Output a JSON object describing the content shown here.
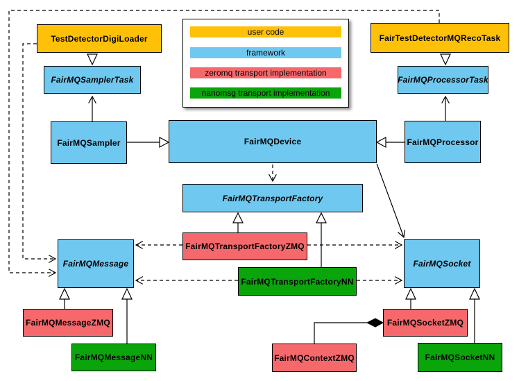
{
  "page": {
    "background": "#ffffff",
    "description": "UML class diagram of the FairMQ framework transport layer"
  },
  "colors": {
    "user_code": "#FFC107",
    "framework": "#6FC8EF",
    "zeromq": "#F5696C",
    "nanomsg": "#0AA50A",
    "line": "#000000"
  },
  "legend": {
    "items": [
      {
        "label": "user code",
        "category": "user_code"
      },
      {
        "label": "framework",
        "category": "framework"
      },
      {
        "label": "zeromq transport implementation",
        "category": "zeromq"
      },
      {
        "label": "nanomsg transport implementation",
        "category": "nanomsg"
      }
    ]
  },
  "nodes": {
    "test_detector_digi_loader": {
      "label": "TestDetectorDigiLoader",
      "category": "user_code",
      "abstract": false
    },
    "fair_test_detector_mq_reco_task": {
      "label": "FairTestDetectorMQRecoTask",
      "category": "user_code",
      "abstract": false
    },
    "fairmq_sampler_task": {
      "label": "FairMQSamplerTask",
      "category": "framework",
      "abstract": true
    },
    "fairmq_processor_task": {
      "label": "FairMQProcessorTask",
      "category": "framework",
      "abstract": true
    },
    "fairmq_sampler": {
      "label": "FairMQSampler",
      "category": "framework",
      "abstract": false
    },
    "fairmq_device": {
      "label": "FairMQDevice",
      "category": "framework",
      "abstract": false
    },
    "fairmq_processor": {
      "label": "FairMQProcessor",
      "category": "framework",
      "abstract": false
    },
    "fairmq_transport_factory": {
      "label": "FairMQTransportFactory",
      "category": "framework",
      "abstract": true
    },
    "fairmq_transport_factory_zmq": {
      "label": "FairMQTransportFactoryZMQ",
      "category": "zeromq",
      "abstract": false
    },
    "fairmq_transport_factory_nn": {
      "label": "FairMQTransportFactoryNN",
      "category": "nanomsg",
      "abstract": false
    },
    "fairmq_message": {
      "label": "FairMQMessage",
      "category": "framework",
      "abstract": true
    },
    "fairmq_socket": {
      "label": "FairMQSocket",
      "category": "framework",
      "abstract": true
    },
    "fairmq_message_zmq": {
      "label": "FairMQMessageZMQ",
      "category": "zeromq",
      "abstract": false
    },
    "fairmq_message_nn": {
      "label": "FairMQMessageNN",
      "category": "nanomsg",
      "abstract": false
    },
    "fairmq_context_zmq": {
      "label": "FairMQContextZMQ",
      "category": "zeromq",
      "abstract": false
    },
    "fairmq_socket_zmq": {
      "label": "FairMQSocketZMQ",
      "category": "zeromq",
      "abstract": false
    },
    "fairmq_socket_nn": {
      "label": "FairMQSocketNN",
      "category": "nanomsg",
      "abstract": false
    }
  },
  "relationships": [
    {
      "from": "TestDetectorDigiLoader",
      "to": "FairMQSamplerTask",
      "style": "solid",
      "arrow": "hollow-triangle"
    },
    {
      "from": "FairTestDetectorMQRecoTask",
      "to": "FairMQProcessorTask",
      "style": "solid",
      "arrow": "hollow-triangle"
    },
    {
      "from": "FairMQSampler",
      "to": "FairMQSamplerTask",
      "style": "solid",
      "arrow": "open"
    },
    {
      "from": "FairMQProcessor",
      "to": "FairMQProcessorTask",
      "style": "solid",
      "arrow": "open"
    },
    {
      "from": "FairMQSampler",
      "to": "FairMQDevice",
      "style": "solid",
      "arrow": "hollow-triangle"
    },
    {
      "from": "FairMQProcessor",
      "to": "FairMQDevice",
      "style": "solid",
      "arrow": "hollow-triangle"
    },
    {
      "from": "FairMQDevice",
      "to": "FairMQTransportFactory",
      "style": "dashed",
      "arrow": "open"
    },
    {
      "from": "FairMQDevice",
      "to": "FairMQSocket",
      "style": "solid",
      "arrow": "open"
    },
    {
      "from": "TestDetectorDigiLoader",
      "to": "FairMQMessage",
      "style": "dashed",
      "arrow": "open"
    },
    {
      "from": "FairTestDetectorMQRecoTask",
      "to": "FairMQMessage",
      "style": "dashed",
      "arrow": "open"
    },
    {
      "from": "FairMQTransportFactoryZMQ",
      "to": "FairMQTransportFactory",
      "style": "solid",
      "arrow": "hollow-triangle"
    },
    {
      "from": "FairMQTransportFactoryNN",
      "to": "FairMQTransportFactory",
      "style": "solid",
      "arrow": "hollow-triangle"
    },
    {
      "from": "FairMQTransportFactoryZMQ",
      "to": "FairMQMessage",
      "style": "dashed",
      "arrow": "open"
    },
    {
      "from": "FairMQTransportFactoryZMQ",
      "to": "FairMQSocket",
      "style": "dashed",
      "arrow": "open"
    },
    {
      "from": "FairMQTransportFactoryNN",
      "to": "FairMQMessage",
      "style": "dashed",
      "arrow": "open"
    },
    {
      "from": "FairMQTransportFactoryNN",
      "to": "FairMQSocket",
      "style": "dashed",
      "arrow": "open"
    },
    {
      "from": "FairMQMessageZMQ",
      "to": "FairMQMessage",
      "style": "solid",
      "arrow": "hollow-triangle"
    },
    {
      "from": "FairMQMessageNN",
      "to": "FairMQMessage",
      "style": "solid",
      "arrow": "hollow-triangle"
    },
    {
      "from": "FairMQSocketZMQ",
      "to": "FairMQSocket",
      "style": "solid",
      "arrow": "hollow-triangle"
    },
    {
      "from": "FairMQSocketNN",
      "to": "FairMQSocket",
      "style": "solid",
      "arrow": "hollow-triangle"
    },
    {
      "from": "FairMQContextZMQ",
      "to": "FairMQSocketZMQ",
      "style": "solid",
      "arrow": "filled-diamond"
    }
  ]
}
